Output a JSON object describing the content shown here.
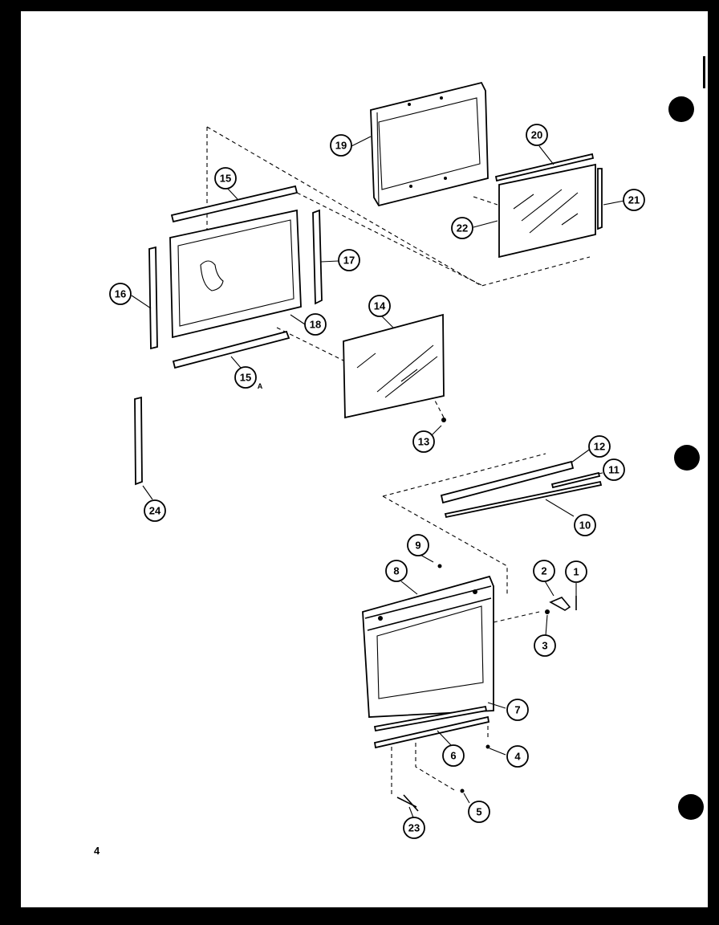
{
  "diagram": {
    "callouts": [
      {
        "id": "c1",
        "label": "1"
      },
      {
        "id": "c2",
        "label": "2"
      },
      {
        "id": "c3",
        "label": "3"
      },
      {
        "id": "c4",
        "label": "4"
      },
      {
        "id": "c5",
        "label": "5"
      },
      {
        "id": "c6",
        "label": "6"
      },
      {
        "id": "c7",
        "label": "7"
      },
      {
        "id": "c8",
        "label": "8"
      },
      {
        "id": "c9",
        "label": "9"
      },
      {
        "id": "c10",
        "label": "10"
      },
      {
        "id": "c11",
        "label": "11"
      },
      {
        "id": "c12",
        "label": "12"
      },
      {
        "id": "c13",
        "label": "13"
      },
      {
        "id": "c14",
        "label": "14"
      },
      {
        "id": "c15",
        "label": "15"
      },
      {
        "id": "c15a",
        "label": "15",
        "suffix": "A"
      },
      {
        "id": "c16",
        "label": "16"
      },
      {
        "id": "c17",
        "label": "17"
      },
      {
        "id": "c18",
        "label": "18"
      },
      {
        "id": "c19",
        "label": "19"
      },
      {
        "id": "c20",
        "label": "20"
      },
      {
        "id": "c21",
        "label": "21"
      },
      {
        "id": "c22",
        "label": "22"
      },
      {
        "id": "c23",
        "label": "23"
      },
      {
        "id": "c24",
        "label": "24"
      }
    ],
    "page_number": "4"
  }
}
